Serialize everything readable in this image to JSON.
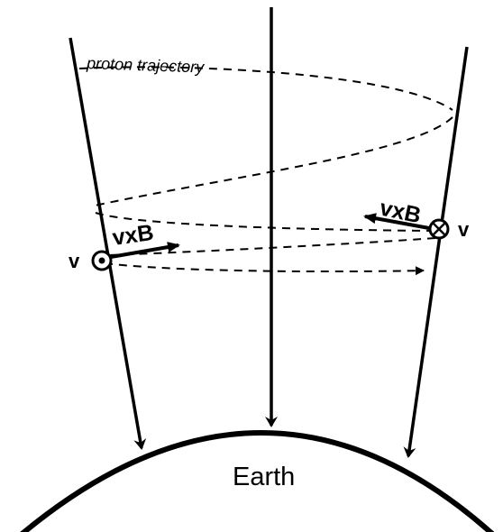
{
  "labels": {
    "trajectory": "proton trajectory",
    "earth": "Earth",
    "force_left": "vxB",
    "force_right": "vxB",
    "velocity_left": "v",
    "velocity_right": "v"
  },
  "symbols": {
    "left_velocity": "dot-circle-icon",
    "right_velocity": "cross-circle-icon"
  },
  "colors": {
    "stroke": "#000000",
    "background": "#ffffff"
  }
}
